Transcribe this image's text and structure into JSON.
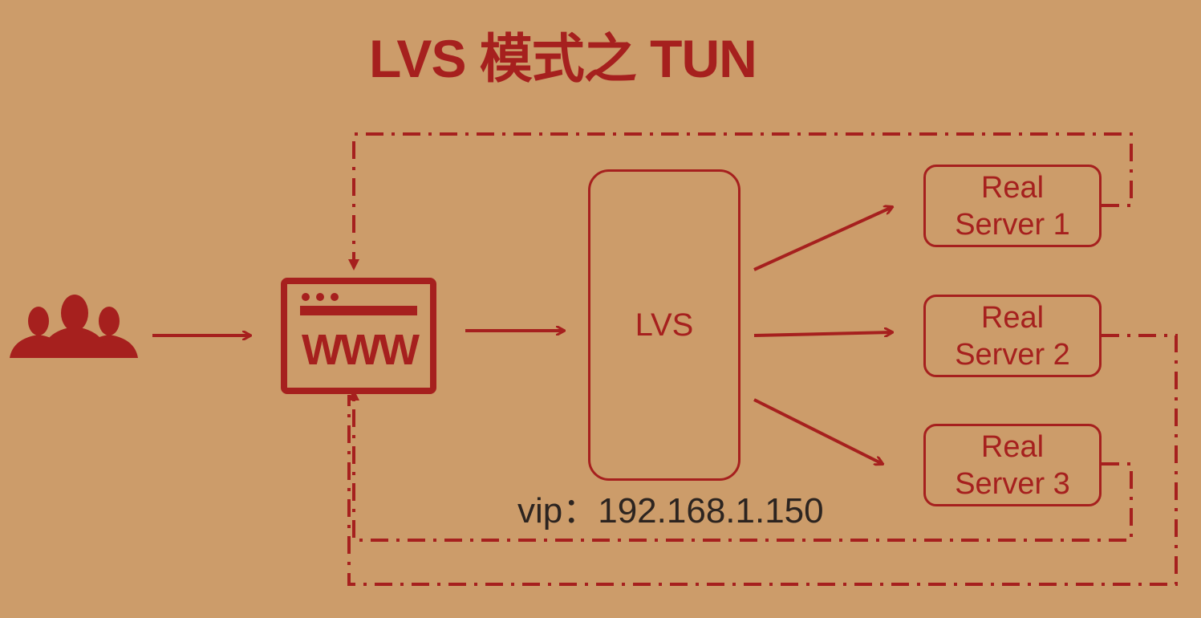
{
  "title": "LVS 模式之 TUN",
  "lvs": {
    "label": "LVS"
  },
  "vip": {
    "text": "vip：192.168.1.150"
  },
  "www": {
    "label": "WWW"
  },
  "servers": [
    {
      "line1": "Real",
      "line2": "Server 1"
    },
    {
      "line1": "Real",
      "line2": "Server 2"
    },
    {
      "line1": "Real",
      "line2": "Server 3"
    }
  ],
  "colors": {
    "background": "#CC9C6A",
    "accent": "#A6201E",
    "text_dark": "#2C2420"
  },
  "icons": {
    "users": "users-icon",
    "browser": "browser-www-icon"
  }
}
